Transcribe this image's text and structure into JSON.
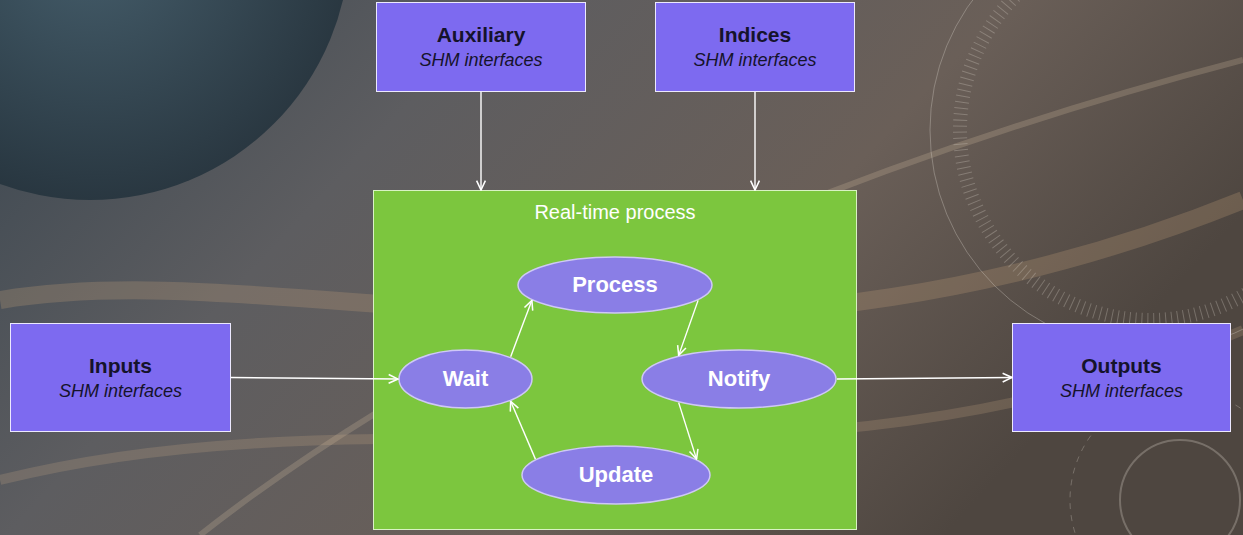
{
  "diagram": {
    "nodes": [
      {
        "text": [
          "Auxiliary",
          "SHM interfaces"
        ]
      },
      {
        "text": [
          "Indices",
          "SHM interfaces"
        ]
      },
      {
        "text": [
          "Inputs",
          "SHM interfaces"
        ]
      },
      {
        "text": [
          "Real-time process"
        ]
      },
      {
        "text": [
          "Process"
        ],
        "in": 3
      },
      {
        "text": [
          "Wait"
        ],
        "in": 3
      },
      {
        "text": [
          "Notify"
        ],
        "in": 3
      },
      {
        "text": [
          "Update"
        ],
        "in": 3
      },
      {
        "text": [
          "Outputs",
          "SHM interfaces"
        ]
      }
    ],
    "edges": [
      {
        "from": 0,
        "to": 3,
        "arrow": "to"
      },
      {
        "from": 1,
        "to": 3,
        "arrow": "to"
      },
      {
        "from": 2,
        "to": 5,
        "arrow": "to"
      },
      {
        "from": 5,
        "to": 4,
        "arrow": "to"
      },
      {
        "from": 4,
        "to": 6,
        "arrow": "to"
      },
      {
        "from": 6,
        "to": 7,
        "arrow": "to"
      },
      {
        "from": 7,
        "to": 5,
        "arrow": "to"
      },
      {
        "from": 6,
        "to": 8,
        "arrow": "to"
      }
    ]
  }
}
